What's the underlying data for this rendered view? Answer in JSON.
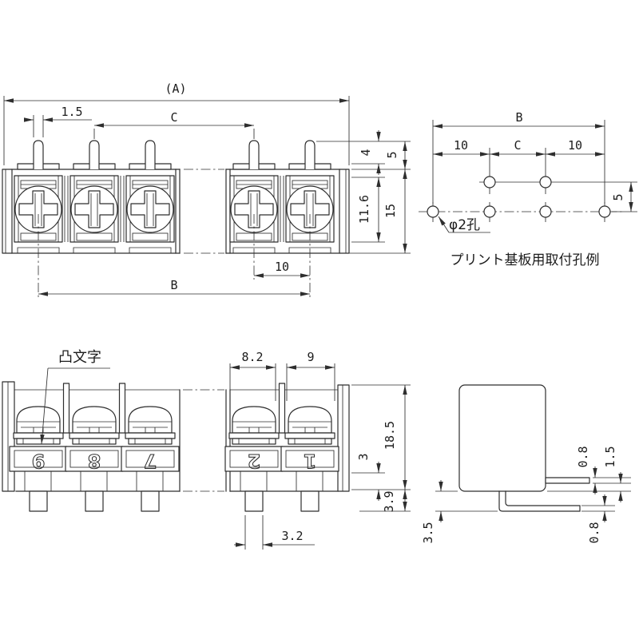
{
  "colors": {
    "line": "#2e2e2e",
    "background": "#ffffff"
  },
  "front_view": {
    "dim_overall": "(A)",
    "dim_pin_width": "1.5",
    "dim_span_c": "C",
    "dim_pin_above_rib": "4",
    "dim_pin_above_top": "5",
    "dim_block_height": "11.6",
    "dim_body_height": "15",
    "dim_pitch": "10",
    "dim_span_b": "B"
  },
  "pcb_view": {
    "dim_overall": "B",
    "dim_left": "10",
    "dim_center": "C",
    "dim_right": "10",
    "dim_row_offset": "5",
    "hole_note": "φ2孔",
    "caption": "プリント基板用取付孔例"
  },
  "bottom_view": {
    "label_raised": "凸文字",
    "dim_pocket": "8.2",
    "dim_end_pocket": "9",
    "dim_height": "18.5",
    "dim_step": "3",
    "dim_pin_len": "3.9",
    "dim_pin_width": "3.2",
    "numbers": [
      "9",
      "8",
      "7",
      "2",
      "1"
    ]
  },
  "side_view": {
    "dim_lead_thick_top": "0.8",
    "dim_lead_gap": "1.5",
    "dim_lead_drop": "3.5",
    "dim_lead_thick_bottom": "0.8"
  }
}
